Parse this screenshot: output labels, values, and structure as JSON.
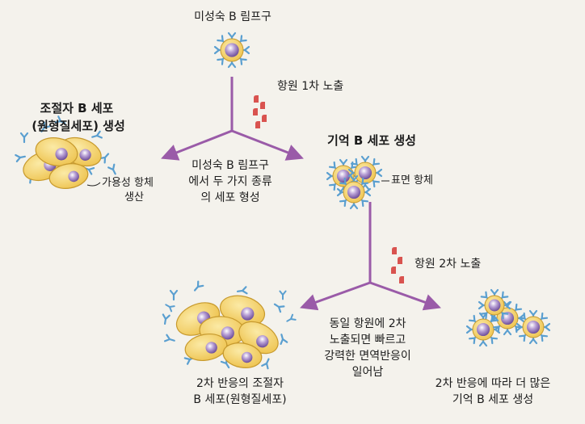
{
  "labels": {
    "immature_b": "미성숙 B 림프구",
    "antigen_first": "항원 1차 노출",
    "plasma_title_1": "조절자 B 세포",
    "plasma_title_2": "(원형질세포) 생성",
    "memory_title": "기억 B 세포 생성",
    "split_note_1": "미성숙 B 림프구",
    "split_note_2": "에서 두 가지 종류",
    "split_note_3": "의 세포 형성",
    "soluble_ab_1": "가용성 항체",
    "soluble_ab_2": "생산",
    "surface_ab": "표면 항체",
    "antigen_second": "항원 2차 노출",
    "secondary_note_1": "동일 항원에 2차",
    "secondary_note_2": "노출되면 빠르고",
    "secondary_note_3": "강력한 면역반응이",
    "secondary_note_4": "일어남",
    "plasma_secondary_1": "2차 반응의 조절자",
    "plasma_secondary_2": "B 세포(원형질세포)",
    "memory_secondary_1": "2차 반응에 따라 더 많은",
    "memory_secondary_2": "기억 B 세포 생성"
  },
  "colors": {
    "arrow": "#9a5ba8",
    "cell_fill": "#f3d36a",
    "cell_edge": "#c79a2e",
    "nucleus": "#8e6fb5",
    "antibody": "#5a9fd0",
    "antigen": "#d9534f",
    "background": "#f4f2ec"
  }
}
